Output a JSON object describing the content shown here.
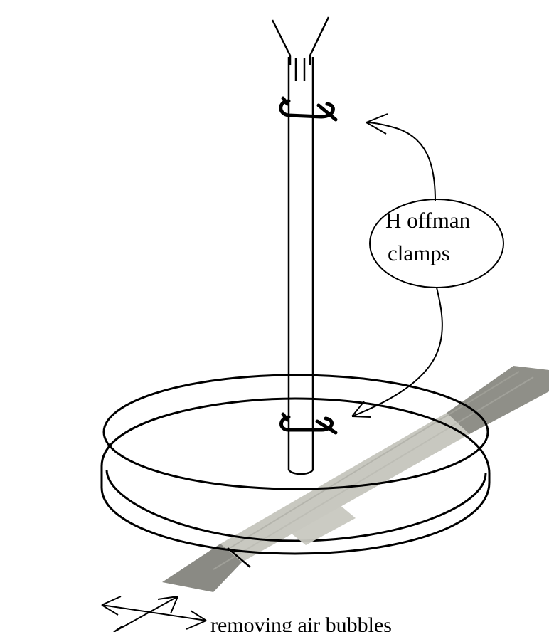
{
  "labels": {
    "clamp_label_line1": "H offman",
    "clamp_label_line2": "clamps",
    "caption": "removing air bubbles"
  },
  "colors": {
    "ink": "#000000",
    "strip_dark": "#8a8a84",
    "strip_light": "#c9c9c2",
    "background": "#ffffff"
  },
  "icons": {
    "motion_arrows": "double-headed-cross-arrows"
  }
}
